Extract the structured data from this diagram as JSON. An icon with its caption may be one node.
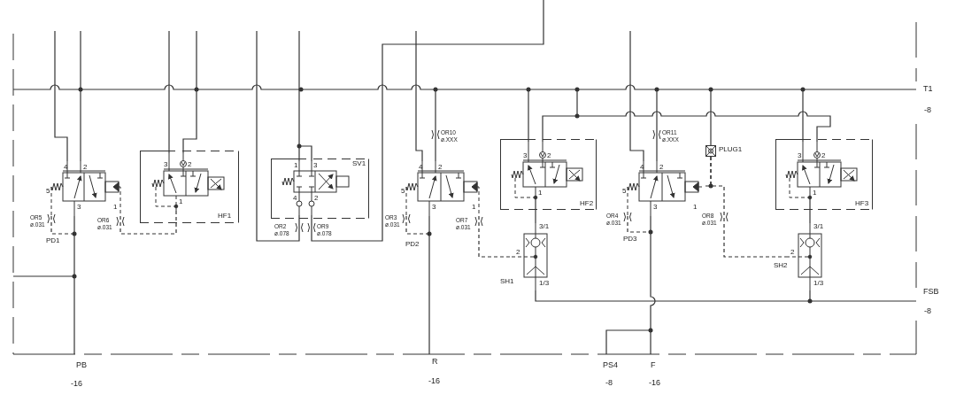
{
  "diagram": {
    "nodes": [
      {
        "text": [
          "4",
          "2",
          "5",
          "3",
          "1"
        ],
        "beside": [
          "PD1"
        ]
      },
      {
        "text": [
          "HF1"
        ]
      },
      {
        "text": [
          "3",
          "2",
          "1"
        ],
        "in": 1
      },
      {
        "text": [
          "SV1"
        ]
      },
      {
        "text": [
          "1",
          "3",
          "4",
          "2"
        ],
        "in": 3
      },
      {
        "text": [
          "4",
          "2",
          "5",
          "3",
          "1"
        ],
        "beside": [
          "PD2"
        ]
      },
      {
        "text": [
          "HF2"
        ]
      },
      {
        "text": [
          "3",
          "2",
          "1"
        ],
        "in": 6
      },
      {
        "text": [
          "3/1",
          "2",
          "1/3"
        ],
        "beside": [
          "SH1"
        ]
      },
      {
        "text": [
          "4",
          "2",
          "5",
          "3",
          "1"
        ],
        "beside": [
          "PD3"
        ]
      },
      {
        "text": [],
        "shape": "box",
        "beside": [
          "PLUG1"
        ]
      },
      {
        "text": [
          "HF3"
        ]
      },
      {
        "text": [
          "3",
          "2",
          "1"
        ],
        "in": 11
      },
      {
        "text": [
          "3/1",
          "2",
          "1/3"
        ],
        "beside": [
          "SH2"
        ]
      }
    ],
    "edges": [
      {
        "from": 0,
        "to": 2,
        "arrow": "none",
        "style": "dashed"
      },
      {
        "from": 5,
        "to": 8,
        "arrow": "none",
        "style": "dashed"
      },
      {
        "from": 7,
        "to": 8,
        "arrow": "none"
      },
      {
        "from": 10,
        "to": 9,
        "arrow": "none",
        "style": "dashed"
      },
      {
        "from": 10,
        "to": 13,
        "arrow": "none",
        "style": "dashed"
      },
      {
        "from": 12,
        "to": 13,
        "arrow": "none"
      },
      {
        "from": 8,
        "to": 13,
        "arrow": "none"
      }
    ],
    "labels": [
      "T1",
      "-8",
      "OR10 ø.XXX",
      "OR11 ø.XXX",
      "OR5 ø.031",
      "OR6 ø.031",
      "OR2 ø.078",
      "OR9 ø.078",
      "OR3 ø.031",
      "OR7 ø.031",
      "OR4 ø.031",
      "OR8 ø.031",
      "FSB",
      "-8",
      "PB",
      "R",
      "PS4",
      "F",
      "-16",
      "-16",
      "-8",
      "-16"
    ]
  }
}
